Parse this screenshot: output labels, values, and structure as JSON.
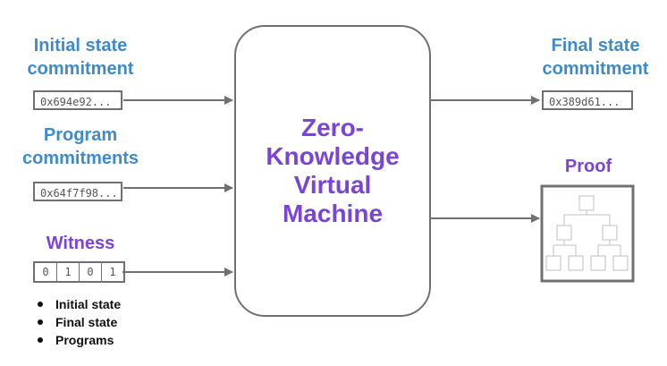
{
  "inputs": {
    "initial_state": {
      "label_line1": "Initial state",
      "label_line2": "commitment",
      "value": "0x694e92..."
    },
    "program": {
      "label_line1": "Program",
      "label_line2": "commitments",
      "value": "0x64f7f98..."
    },
    "witness": {
      "label": "Witness",
      "bits": [
        "0",
        "1",
        "0",
        "1"
      ],
      "items": [
        "Initial state",
        "Final state",
        "Programs"
      ]
    }
  },
  "vm": {
    "lines": [
      "Zero-",
      "Knowledge",
      "Virtual",
      "Machine"
    ]
  },
  "outputs": {
    "final_state": {
      "label_line1": "Final state",
      "label_line2": "commitment",
      "value": "0x389d61..."
    },
    "proof": {
      "label": "Proof"
    }
  },
  "colors": {
    "blue_label": "#3d8bcd",
    "purple_label": "#7a44d6",
    "border": "#707070"
  },
  "icons": [
    "arrow-icon",
    "merkle-tree-icon"
  ]
}
